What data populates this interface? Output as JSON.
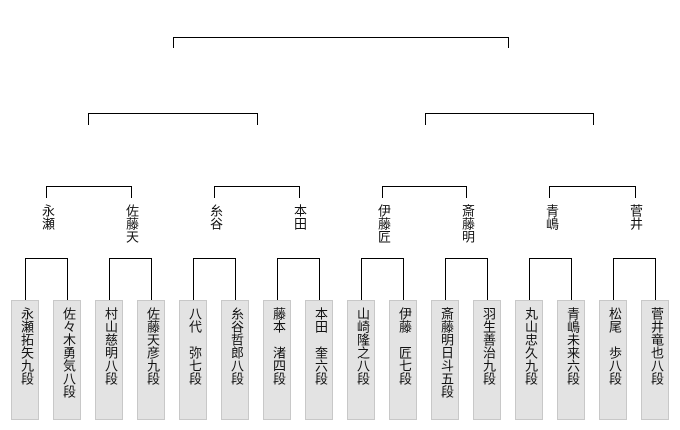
{
  "players": [
    {
      "name": "永瀬拓矢九段"
    },
    {
      "name": "佐々木勇気八段"
    },
    {
      "name": "村山慈明八段"
    },
    {
      "name": "佐藤天彦九段"
    },
    {
      "name": "八代　弥七段"
    },
    {
      "name": "糸谷哲郎八段"
    },
    {
      "name": "藤本　渚四段"
    },
    {
      "name": "本田　奎六段"
    },
    {
      "name": "山崎隆之八段"
    },
    {
      "name": "伊藤　匠七段"
    },
    {
      "name": "斎藤明日斗五段"
    },
    {
      "name": "羽生善治九段"
    },
    {
      "name": "丸山忠久九段"
    },
    {
      "name": "青嶋未来六段"
    },
    {
      "name": "松尾　歩八段"
    },
    {
      "name": "菅井竜也八段"
    }
  ],
  "round2_winners": [
    {
      "label": "永瀬"
    },
    {
      "label": "佐藤天"
    },
    {
      "label": "糸谷"
    },
    {
      "label": "本田"
    },
    {
      "label": "伊藤匠"
    },
    {
      "label": "斎藤明"
    },
    {
      "label": "青嶋"
    },
    {
      "label": "菅井"
    }
  ],
  "colors": {
    "line": "#000000",
    "box_fill": "#e3e3e3",
    "box_border": "#c8c8c8"
  }
}
